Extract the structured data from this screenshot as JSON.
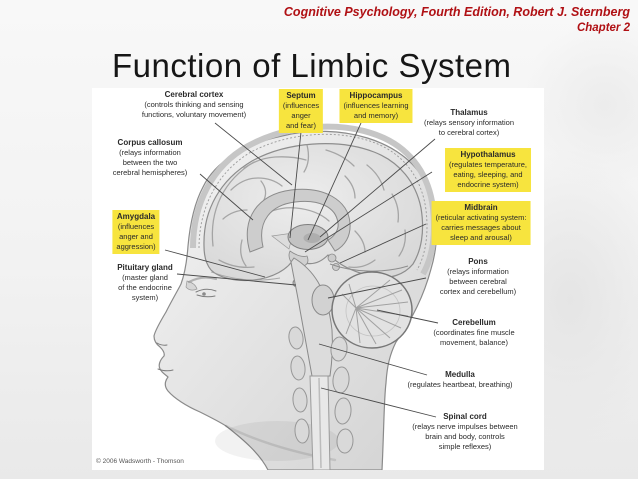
{
  "header": {
    "book": "Cognitive Psychology, Fourth Edition, Robert J. Sternberg",
    "chapter": "Chapter 2"
  },
  "title": "Function of Limbic System",
  "colors": {
    "header_red": "#b01014",
    "highlight_yellow": "#f7e43e"
  },
  "diagram": {
    "copyright": "© 2006 Wadsworth - Thomson",
    "labels": {
      "cerebral_cortex": {
        "name": "Cerebral cortex",
        "line1": "(controls thinking and sensing",
        "line2": "functions, voluntary movement)"
      },
      "septum": {
        "name": "Septum",
        "line1": "(influences",
        "line2": "anger",
        "line3": "and fear)"
      },
      "hippocampus": {
        "name": "Hippocampus",
        "line1": "(influences learning",
        "line2": "and memory)"
      },
      "thalamus": {
        "name": "Thalamus",
        "line1": "(relays sensory information",
        "line2": "to cerebral cortex)"
      },
      "corpus_callosum": {
        "name": "Corpus callosum",
        "line1": "(relays information",
        "line2": "between the two",
        "line3": "cerebral hemispheres)"
      },
      "hypothalamus": {
        "name": "Hypothalamus",
        "line1": "(regulates temperature,",
        "line2": "eating, sleeping, and",
        "line3": "endocrine system)"
      },
      "amygdala": {
        "name": "Amygdala",
        "line1": "(influences",
        "line2": "anger and",
        "line3": "aggression)"
      },
      "midbrain": {
        "name": "Midbrain",
        "line1": "(reticular activating system:",
        "line2": "carries messages about",
        "line3": "sleep and arousal)"
      },
      "pituitary_gland": {
        "name": "Pituitary gland",
        "line1": "(master gland",
        "line2": "of the endocrine",
        "line3": "system)"
      },
      "pons": {
        "name": "Pons",
        "line1": "(relays information",
        "line2": "between cerebral",
        "line3": "cortex and cerebellum)"
      },
      "cerebellum": {
        "name": "Cerebellum",
        "line1": "(coordinates fine muscle",
        "line2": "movement, balance)"
      },
      "medulla": {
        "name": "Medulla",
        "line1": "(regulates heartbeat, breathing)"
      },
      "spinal_cord": {
        "name": "Spinal cord",
        "line1": "(relays nerve impulses between",
        "line2": "brain and body, controls",
        "line3": "simple reflexes)"
      }
    }
  }
}
